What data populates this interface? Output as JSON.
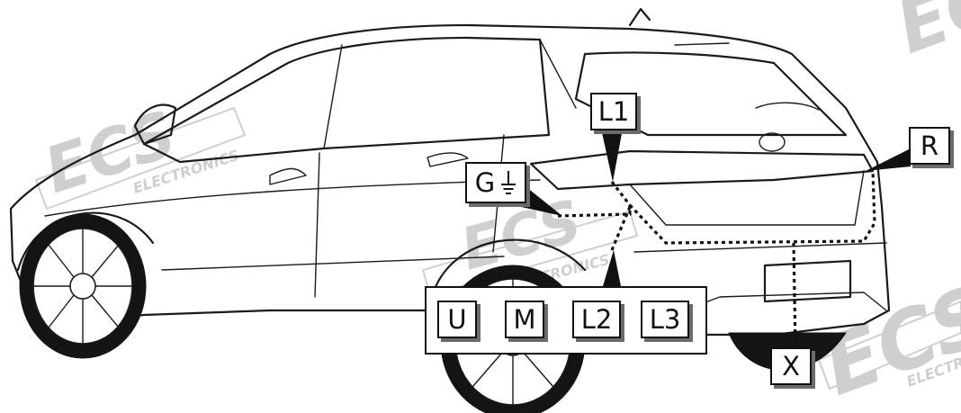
{
  "watermark": {
    "brand": "ECS",
    "tagline": "ELECTRONICS"
  },
  "labels": {
    "l1": "L1",
    "r": "R",
    "g": "G",
    "x": "X",
    "u": "U",
    "m": "M",
    "l2": "L2",
    "l3": "L3"
  },
  "icons": {
    "ground": "ground-symbol-icon"
  },
  "colors": {
    "line": "#1a1a1a",
    "shadow": "#6b6b6b",
    "watermark": "#cfcfcf"
  }
}
